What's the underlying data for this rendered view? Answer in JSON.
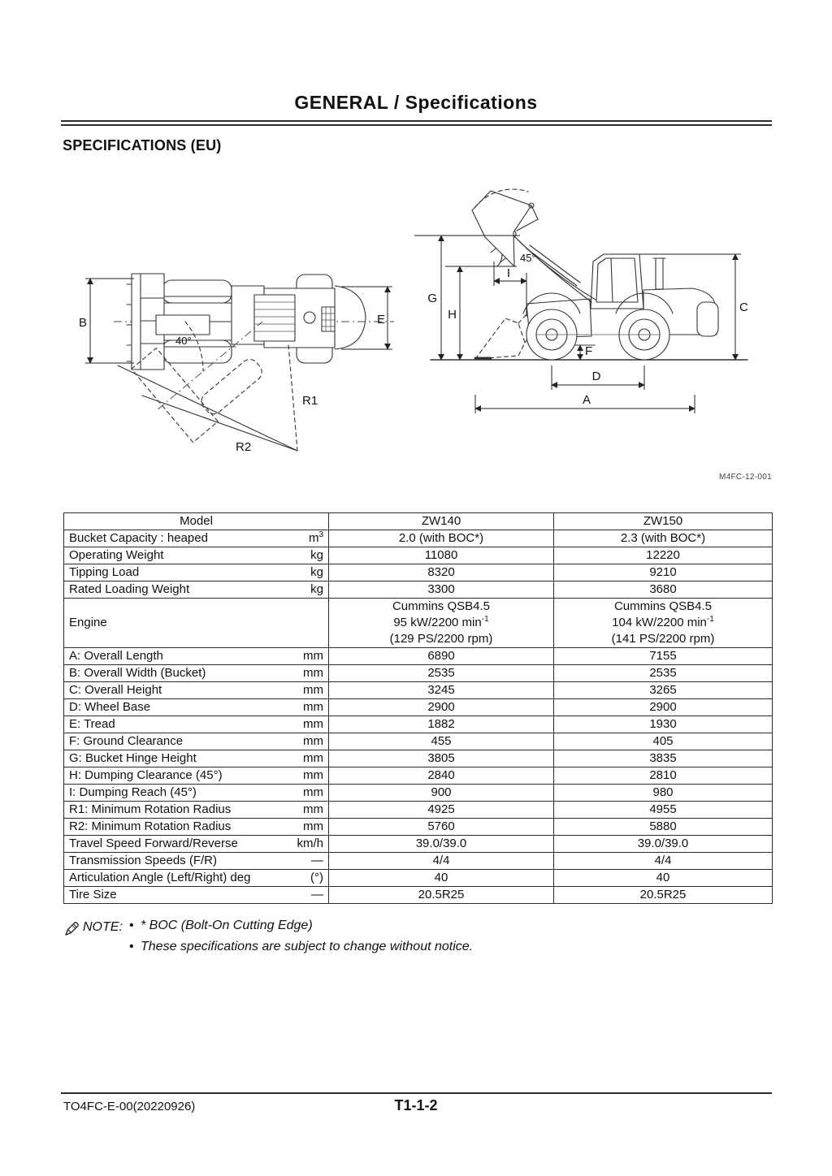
{
  "page": {
    "header_title": "GENERAL / Specifications",
    "section_title": "SPECIFICATIONS (EU)",
    "figure_code": "M4FC-12-001",
    "footer": {
      "doc_code": "TO4FC-E-00(20220926)",
      "page_number": "T1-1-2"
    }
  },
  "diagrams": {
    "top_view": {
      "description": "wheel loader top view with articulation shown",
      "labels": {
        "overall_width_b": "B",
        "tread_e": "E",
        "articulation_angle": "40°",
        "radius_r1": "R1",
        "radius_r2": "R2"
      }
    },
    "side_view": {
      "description": "wheel loader side view with bucket raised at dump position",
      "labels": {
        "bucket_hinge_height_g": "G",
        "dumping_clearance_h": "H",
        "dumping_reach_i": "I",
        "dump_angle": "45°",
        "overall_height_c": "C",
        "ground_clearance_f": "F",
        "wheel_base_d": "D",
        "overall_length_a": "A"
      }
    }
  },
  "spec_table": {
    "model_header": {
      "label": "Model",
      "zw140": "ZW140",
      "zw150": "ZW150"
    },
    "rows": [
      {
        "label": "Bucket Capacity : heaped",
        "unit": {
          "t": "m",
          "sup": "3"
        },
        "zw140": [
          {
            "t": "2.0 (with BOC*)"
          }
        ],
        "zw150": [
          {
            "t": "2.3 (with BOC*)"
          }
        ]
      },
      {
        "label": "Operating Weight",
        "unit": {
          "t": "kg"
        },
        "zw140": [
          {
            "t": "11080"
          }
        ],
        "zw150": [
          {
            "t": "12220"
          }
        ]
      },
      {
        "label": "Tipping Load",
        "unit": {
          "t": "kg"
        },
        "zw140": [
          {
            "t": "8320"
          }
        ],
        "zw150": [
          {
            "t": "9210"
          }
        ]
      },
      {
        "label": "Rated Loading Weight",
        "unit": {
          "t": "kg"
        },
        "zw140": [
          {
            "t": "3300"
          }
        ],
        "zw150": [
          {
            "t": "3680"
          }
        ]
      },
      {
        "label": "Engine",
        "unit": {
          "t": ""
        },
        "zw140": [
          {
            "t": "Cummins QSB4.5"
          },
          {
            "t": "95 kW/2200 min",
            "sup": "-1"
          },
          {
            "t": "(129 PS/2200 rpm)"
          }
        ],
        "zw150": [
          {
            "t": "Cummins QSB4.5"
          },
          {
            "t": "104 kW/2200 min",
            "sup": "-1"
          },
          {
            "t": "(141 PS/2200 rpm)"
          }
        ]
      },
      {
        "label": "A: Overall Length",
        "unit": {
          "t": "mm"
        },
        "zw140": [
          {
            "t": "6890"
          }
        ],
        "zw150": [
          {
            "t": "7155"
          }
        ]
      },
      {
        "label": "B: Overall Width (Bucket)",
        "unit": {
          "t": "mm"
        },
        "zw140": [
          {
            "t": "2535"
          }
        ],
        "zw150": [
          {
            "t": "2535"
          }
        ]
      },
      {
        "label": "C: Overall Height",
        "unit": {
          "t": "mm"
        },
        "zw140": [
          {
            "t": "3245"
          }
        ],
        "zw150": [
          {
            "t": "3265"
          }
        ]
      },
      {
        "label": "D: Wheel Base",
        "unit": {
          "t": "mm"
        },
        "zw140": [
          {
            "t": "2900"
          }
        ],
        "zw150": [
          {
            "t": "2900"
          }
        ]
      },
      {
        "label": "E: Tread",
        "unit": {
          "t": "mm"
        },
        "zw140": [
          {
            "t": "1882"
          }
        ],
        "zw150": [
          {
            "t": "1930"
          }
        ]
      },
      {
        "label": "F: Ground Clearance",
        "unit": {
          "t": "mm"
        },
        "zw140": [
          {
            "t": "455"
          }
        ],
        "zw150": [
          {
            "t": "405"
          }
        ]
      },
      {
        "label": "G: Bucket Hinge Height",
        "unit": {
          "t": "mm"
        },
        "zw140": [
          {
            "t": "3805"
          }
        ],
        "zw150": [
          {
            "t": "3835"
          }
        ]
      },
      {
        "label": "H: Dumping Clearance (45°)",
        "unit": {
          "t": "mm"
        },
        "zw140": [
          {
            "t": "2840"
          }
        ],
        "zw150": [
          {
            "t": "2810"
          }
        ]
      },
      {
        "label": "I: Dumping Reach (45°)",
        "unit": {
          "t": "mm"
        },
        "zw140": [
          {
            "t": "900"
          }
        ],
        "zw150": [
          {
            "t": "980"
          }
        ]
      },
      {
        "label": "R1: Minimum Rotation Radius",
        "unit": {
          "t": "mm"
        },
        "zw140": [
          {
            "t": "4925"
          }
        ],
        "zw150": [
          {
            "t": "4955"
          }
        ]
      },
      {
        "label": "R2: Minimum Rotation Radius",
        "unit": {
          "t": "mm"
        },
        "zw140": [
          {
            "t": "5760"
          }
        ],
        "zw150": [
          {
            "t": "5880"
          }
        ]
      },
      {
        "label": "Travel Speed Forward/Reverse",
        "unit": {
          "t": "km/h"
        },
        "zw140": [
          {
            "t": "39.0/39.0"
          }
        ],
        "zw150": [
          {
            "t": "39.0/39.0"
          }
        ]
      },
      {
        "label": "Transmission Speeds (F/R)",
        "unit": {
          "t": "—"
        },
        "zw140": [
          {
            "t": "4/4"
          }
        ],
        "zw150": [
          {
            "t": "4/4"
          }
        ]
      },
      {
        "label": "Articulation Angle (Left/Right) deg",
        "unit": {
          "t": "(°)"
        },
        "zw140": [
          {
            "t": "40"
          }
        ],
        "zw150": [
          {
            "t": "40"
          }
        ]
      },
      {
        "label": "Tire Size",
        "unit": {
          "t": "—"
        },
        "zw140": [
          {
            "t": "20.5R25"
          }
        ],
        "zw150": [
          {
            "t": "20.5R25"
          }
        ]
      }
    ]
  },
  "note": {
    "icon": "pencil-memo-icon",
    "label": "NOTE:",
    "bullet_char": "•",
    "items": [
      "* BOC (Bolt-On Cutting Edge)",
      "These specifications are subject to change without notice."
    ]
  }
}
